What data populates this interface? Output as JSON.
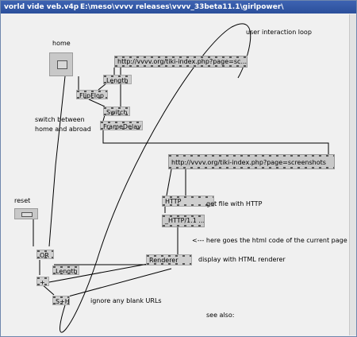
{
  "window": {
    "title": "vorld vide veb.v4p",
    "path": "E:\\meso\\vvvv releases\\vvvv_33beta11.1\\girlpower\\"
  },
  "nodes": {
    "url_top": "http://vvvv.org/tiki-index.php?page=sc...",
    "length1": "Length",
    "flipflop": "FlipFlop",
    "switch": "Switch",
    "framedelay": "FrameDelay",
    "url_main": "http://vvvv.org/tiki-index.php?page=screenshots",
    "http": "HTTP",
    "http_out": "_HTTP/1.1 ...",
    "renderer": "Renderer",
    "or": "OR",
    "plus": "+",
    "length2": "Length",
    "sh": "S+H"
  },
  "labels": {
    "home": "home",
    "reset": "reset",
    "user_loop": "user interaction loop",
    "switch_between": "switch between",
    "home_abroad": "home and abroad",
    "get_file": "get file with HTTP",
    "here_goes": "<---  here goes the html code of the current page",
    "display_html": "display with HTML renderer",
    "ignore_blank": "ignore any blank URLs",
    "see_also": "see also:"
  }
}
